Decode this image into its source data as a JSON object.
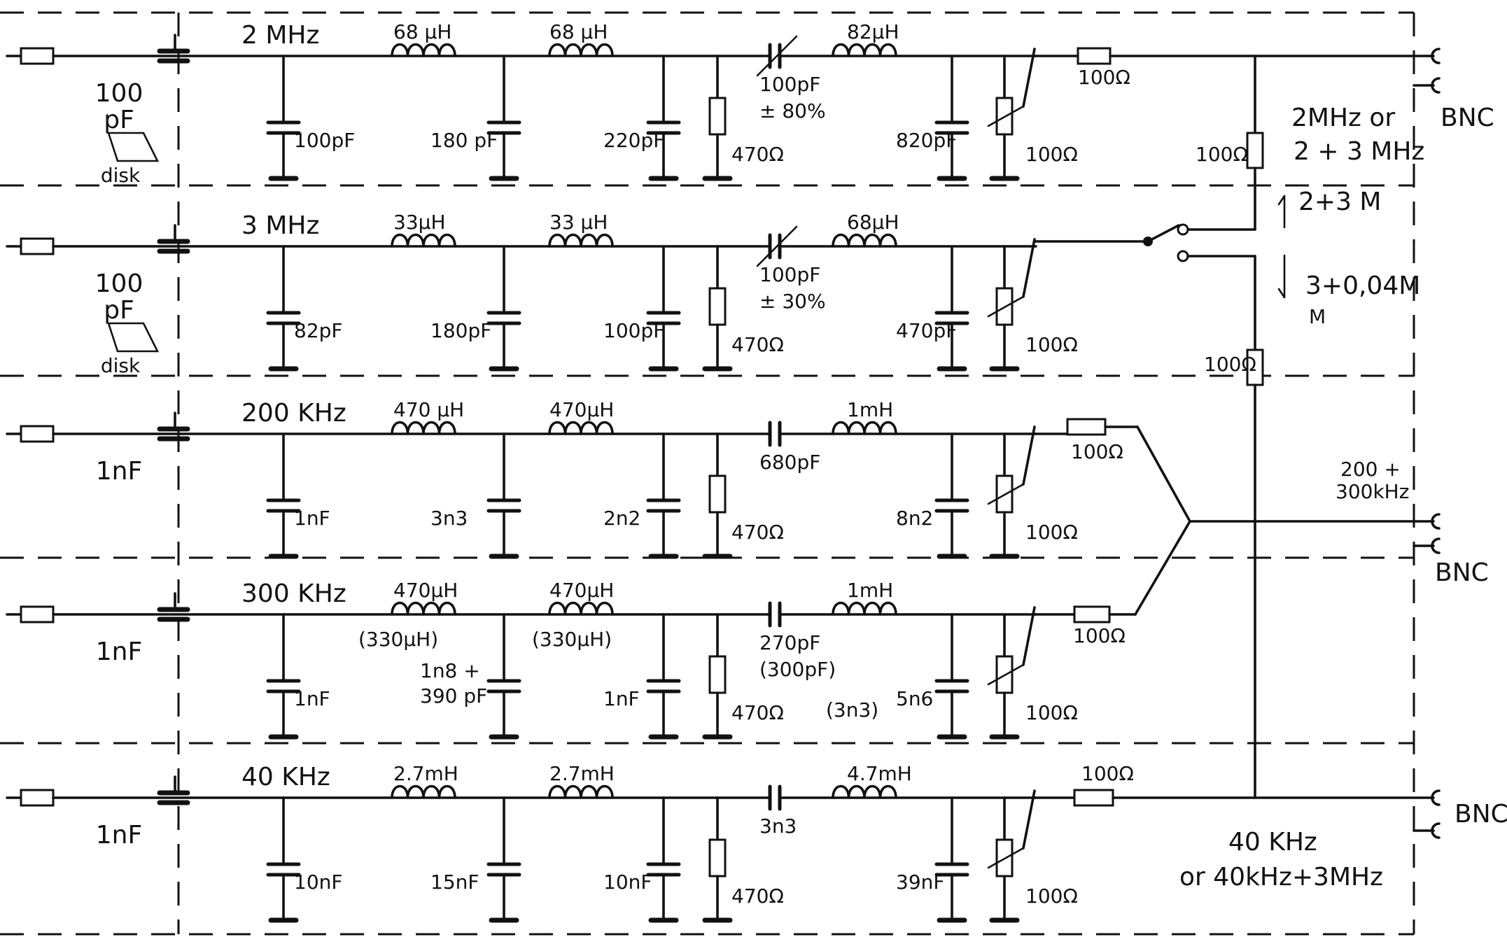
{
  "rows": [
    {
      "freq": "2 MHz",
      "c_in": "100pF",
      "l1": "68 µH",
      "c2": "180 pF",
      "l2": "68 µH",
      "c3": "220pF",
      "r_load": "470Ω",
      "c_series": [
        "100pF",
        "± 80%"
      ],
      "l3": "82µH",
      "c4": "820pF",
      "r_pot": "100Ω",
      "coupling": [
        "100",
        "pF"
      ],
      "coupling_type": "disk"
    },
    {
      "freq": "3 MHz",
      "c_in": "82pF",
      "l1": "33µH",
      "c2": "180pF",
      "l2": "33 µH",
      "c3": "100pF",
      "r_load": "470Ω",
      "c_series": [
        "100pF",
        "± 30%"
      ],
      "l3": "68µH",
      "c4": "470pF",
      "r_pot": "100Ω",
      "coupling": [
        "100",
        "pF"
      ],
      "coupling_type": "disk"
    },
    {
      "freq": "200 KHz",
      "c_in": "1nF",
      "l1": "470 µH",
      "c2": "3n3",
      "l2": "470µH",
      "c3": "2n2",
      "r_load": "470Ω",
      "c_series": [
        "680pF"
      ],
      "l3": "1mH",
      "c4": "8n2",
      "r_pot": "100Ω",
      "coupling": [
        "1nF"
      ],
      "coupling_type": ""
    },
    {
      "freq": "300 KHz",
      "c_in": "1nF",
      "l1": "470µH",
      "l1_alt": "(330µH)",
      "c2": [
        "1n8 +",
        "390 pF"
      ],
      "l2": "470µH",
      "l2_alt": "(330µH)",
      "c3": "1nF",
      "r_load": "470Ω",
      "c_series": [
        "270pF",
        "(300pF)",
        "(3n3)"
      ],
      "l3": "1mH",
      "c4": "5n6",
      "r_pot": "100Ω",
      "coupling": [
        "1nF"
      ],
      "coupling_type": ""
    },
    {
      "freq": "40 KHz",
      "c_in": "10nF",
      "l1": "2.7mH",
      "c2": "15nF",
      "l2": "2.7mH",
      "c3": "10nF",
      "r_load": "470Ω",
      "c_series": [
        "3n3"
      ],
      "l3": "4.7mH",
      "c4": "39nF",
      "r_pot": "100Ω",
      "coupling": [
        "1nF"
      ],
      "coupling_type": ""
    }
  ],
  "output": {
    "r_series_2m": "100Ω",
    "r_v1": "100Ω",
    "r_v2": "100Ω",
    "r_200k": "100Ω",
    "r_300k": "100Ω",
    "r_40k": "100Ω",
    "switch_up": "2+3 M",
    "switch_down": [
      "3+0,04M",
      "M"
    ],
    "label_2m": [
      "2MHz or",
      "2 + 3 MHz"
    ],
    "label_200k": [
      "200 +",
      "300kHz"
    ],
    "label_40k": [
      "40 KHz",
      "or 40kHz+3MHz"
    ],
    "bnc": "BNC"
  }
}
